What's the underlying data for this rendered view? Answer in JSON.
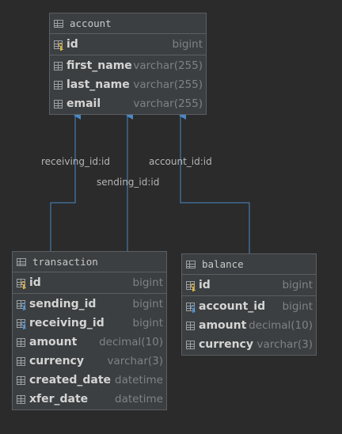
{
  "tables": {
    "account": {
      "name": "account",
      "pk": [
        {
          "name": "id",
          "type": "bigint"
        }
      ],
      "columns": [
        {
          "name": "first_name",
          "type": "varchar(255)"
        },
        {
          "name": "last_name",
          "type": "varchar(255)"
        },
        {
          "name": "email",
          "type": "varchar(255)"
        }
      ]
    },
    "transaction": {
      "name": "transaction",
      "pk": [
        {
          "name": "id",
          "type": "bigint"
        }
      ],
      "columns": [
        {
          "name": "sending_id",
          "type": "bigint"
        },
        {
          "name": "receiving_id",
          "type": "bigint"
        },
        {
          "name": "amount",
          "type": "decimal(10)"
        },
        {
          "name": "currency",
          "type": "varchar(3)"
        },
        {
          "name": "created_date",
          "type": "datetime"
        },
        {
          "name": "xfer_date",
          "type": "datetime"
        }
      ]
    },
    "balance": {
      "name": "balance",
      "pk": [
        {
          "name": "id",
          "type": "bigint"
        }
      ],
      "columns": [
        {
          "name": "account_id",
          "type": "bigint"
        },
        {
          "name": "amount",
          "type": "decimal(10)"
        },
        {
          "name": "currency",
          "type": "varchar(3)"
        }
      ]
    }
  },
  "relations": {
    "receiving": "receiving_id:id",
    "sending": "sending_id:id",
    "account": "account_id:id"
  },
  "colors": {
    "background": "#2b2b2b",
    "table_bg": "#3c3f41",
    "border": "#5b5f61",
    "column_name": "#d4d4d4",
    "column_type": "#7f8285",
    "edge": "#4a88c7",
    "key_gold": "#d9b13a",
    "fk_blue": "#4a88c7",
    "grid_icon": "#9aa0a3"
  },
  "icons": {
    "table": "table-grid-icon",
    "primary_key": "primary-key-icon",
    "foreign_key": "foreign-key-icon",
    "column": "column-icon"
  }
}
